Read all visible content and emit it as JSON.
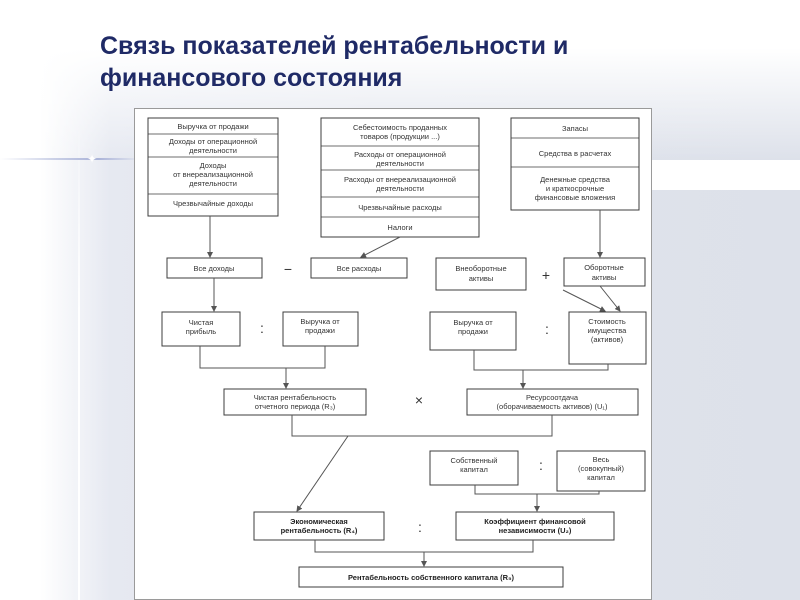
{
  "slide": {
    "title_line1": "Связь показателей рентабельности и",
    "title_line2": "финансового состояния"
  },
  "diagram": {
    "income_group": [
      "Выручка от продажи",
      "Доходы от операционной",
      "деятельности",
      "Доходы",
      "от внереализационной",
      "деятельности",
      "Чрезвычайные доходы"
    ],
    "expense_group": [
      "Себестоимость проданных",
      "товаров (продукции ...)",
      "Расходы от операционной",
      "деятельности",
      "Расходы от внереализационной",
      "деятельности",
      "Чрезвычайные расходы",
      "Налоги"
    ],
    "asset_group": [
      "Запасы",
      "Средства в расчетах",
      "Денежные средства",
      "и краткосрочные",
      "финансовые вложения"
    ],
    "all_income": "Все доходы",
    "all_expenses": "Все расходы",
    "non_current_1": "Внеоборотные",
    "non_current_2": "активы",
    "current_1": "Оборотные",
    "current_2": "активы",
    "net_profit_1": "Чистая",
    "net_profit_2": "прибыль",
    "revenue_a_1": "Выручка от",
    "revenue_a_2": "продажи",
    "revenue_b_1": "Выручка от",
    "revenue_b_2": "продажи",
    "property_1": "Стоимость",
    "property_2": "имущества",
    "property_3": "(активов)",
    "net_profitability_1": "Чистая рентабельность",
    "net_profitability_2": "отчетного периода (R₃)",
    "resource_return_1": "Ресурсоотдача",
    "resource_return_2": "(оборачиваемость активов) (U₁)",
    "own_capital_1": "Собственный",
    "own_capital_2": "капитал",
    "total_capital_1": "Весь",
    "total_capital_2": "(совокупный)",
    "total_capital_3": "капитал",
    "economic_profitability_1": "Экономическая",
    "economic_profitability_2": "рентабельность (R₄)",
    "fin_independence_1": "Коэффициент финансовой",
    "fin_independence_2": "независимости (U₂)",
    "equity_return": "Рентабельность собственного капитала (R₅)",
    "ops": {
      "minus": "−",
      "plus": "+",
      "divide": ":",
      "times": "×"
    }
  }
}
